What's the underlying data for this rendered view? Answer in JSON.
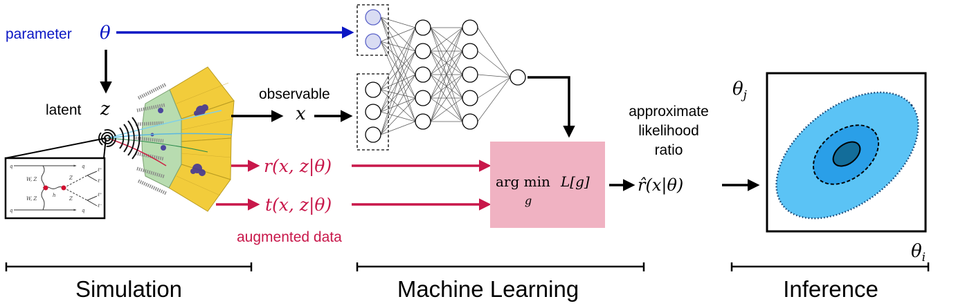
{
  "colors": {
    "parameter_blue": "#0a16c4",
    "augmented_red": "#c8174a",
    "loss_box_fill": "#f0b2c2",
    "input_node_fill": "#d9dcf3",
    "input_node_stroke": "#5a62c8",
    "contour_outer": "#5bc3f5",
    "contour_middle": "#2a9fe8",
    "contour_inner": "#136d9a",
    "detector_yellow": "#f2cc3b",
    "detector_green": "#b8dcb0"
  },
  "simulation": {
    "parameter_label": "parameter",
    "parameter_symbol": "θ",
    "latent_label": "latent",
    "latent_symbol": "z",
    "feynman_labels": [
      "q",
      "q",
      "W, Z",
      "W, Z",
      "h",
      "Z",
      "Z",
      "ℓ⁺",
      "ℓ⁻",
      "ℓ⁺",
      "ℓ⁻",
      "q",
      "q"
    ]
  },
  "observable": {
    "label": "observable",
    "symbol": "x"
  },
  "augmented": {
    "r_label": "r(x, z|θ)",
    "t_label": "t(x, z|θ)",
    "caption": "augmented data"
  },
  "ml": {
    "loss_arg": "arg min",
    "loss_sub": "g",
    "loss_fn": "L[g]",
    "output_caption": [
      "approximate",
      "likelihood",
      "ratio"
    ],
    "output_symbol": "r̂(x|θ)"
  },
  "inference": {
    "y_axis_label": "θj",
    "y_axis_main": "θ",
    "y_axis_sub": "j",
    "x_axis_main": "θ",
    "x_axis_sub": "i"
  },
  "sections": [
    {
      "label": "Simulation"
    },
    {
      "label": "Machine Learning"
    },
    {
      "label": "Inference"
    }
  ]
}
